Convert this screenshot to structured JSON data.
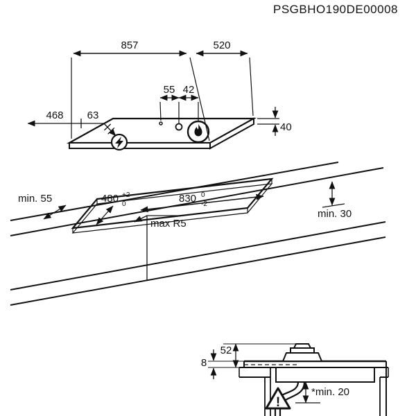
{
  "title": "PSGBHO190DE00008",
  "top_view": {
    "width": "857",
    "depth": "520",
    "burner_dim_a": "55",
    "burner_dim_b": "42",
    "connection_dim": "468",
    "edge_dim": "63",
    "height": "40"
  },
  "cutout_view": {
    "min_side": "min. 55",
    "depth_value": "480",
    "depth_tol_top": "+2",
    "depth_tol_bottom": "0",
    "width_value": "830",
    "width_tol_top": "0",
    "width_tol_bottom": "-2",
    "corner_radius": "max R5",
    "min_back": "min. 30"
  },
  "section_view": {
    "burner_height": "52",
    "glass_height": "8",
    "clearance": "*min. 20",
    "warning_mark": "!"
  },
  "colors": {
    "line": "#111111",
    "background": "#ffffff"
  }
}
